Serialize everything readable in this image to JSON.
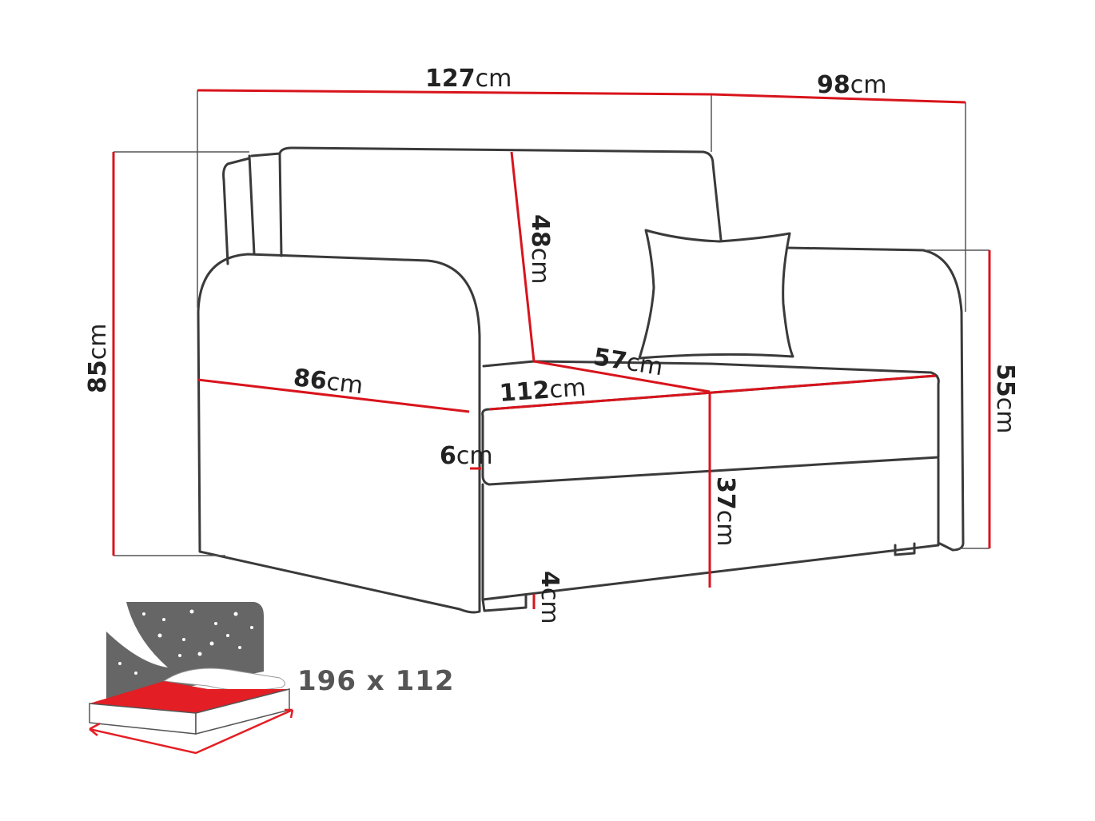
{
  "colors": {
    "outline": "#3a3a3a",
    "dimension": "#d8141c",
    "extension": "#555555",
    "bed_red": "#e31e24",
    "bed_sky": "#666666"
  },
  "dimensions": {
    "total_width": {
      "value": "127",
      "unit": "cm"
    },
    "total_depth": {
      "value": "98",
      "unit": "cm"
    },
    "total_height": {
      "value": "85",
      "unit": "cm"
    },
    "backrest_height": {
      "value": "48",
      "unit": "cm"
    },
    "seat_depth": {
      "value": "57",
      "unit": "cm"
    },
    "armrest_depth": {
      "value": "86",
      "unit": "cm"
    },
    "seat_width": {
      "value": "112",
      "unit": "cm"
    },
    "frame_gap": {
      "value": "6",
      "unit": "cm"
    },
    "seat_height": {
      "value": "37",
      "unit": "cm"
    },
    "armrest_height": {
      "value": "55",
      "unit": "cm"
    },
    "leg_height": {
      "value": "4",
      "unit": "cm"
    }
  },
  "sleeping_area": {
    "label": "196 x 112",
    "icon": "bed-stars-icon"
  }
}
